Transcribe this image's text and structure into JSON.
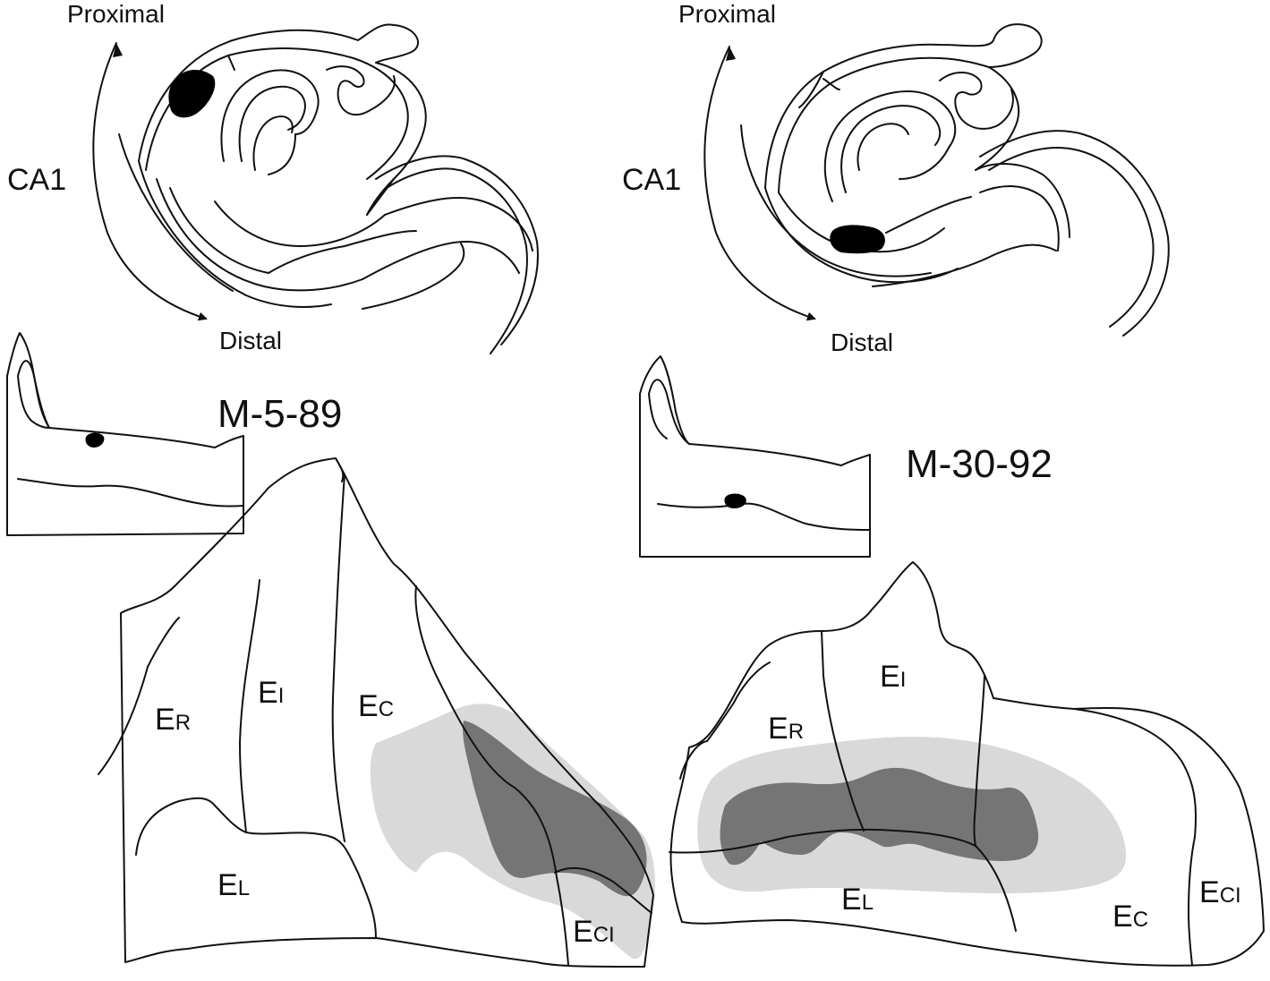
{
  "colors": {
    "line": "#111111",
    "label_light": "#d9d9d9",
    "label_dark": "#757575",
    "lesion": "#000000"
  },
  "left_panel": {
    "case_id": "M-5-89",
    "hippocampus": {
      "proximal": "Proximal",
      "distal": "Distal",
      "field": "CA1"
    },
    "entorhinal": {
      "er": "E",
      "er_sub": "R",
      "ei": "E",
      "ei_sub": "I",
      "ec": "E",
      "ec_sub": "C",
      "el": "E",
      "el_sub": "L",
      "eci": "E",
      "eci_sub": "CI"
    }
  },
  "right_panel": {
    "case_id": "M-30-92",
    "hippocampus": {
      "proximal": "Proximal",
      "distal": "Distal",
      "field": "CA1"
    },
    "entorhinal": {
      "er": "E",
      "er_sub": "R",
      "ei": "E",
      "ei_sub": "I",
      "ec": "E",
      "ec_sub": "C",
      "el": "E",
      "el_sub": "L",
      "eci": "E",
      "eci_sub": "CI"
    }
  }
}
